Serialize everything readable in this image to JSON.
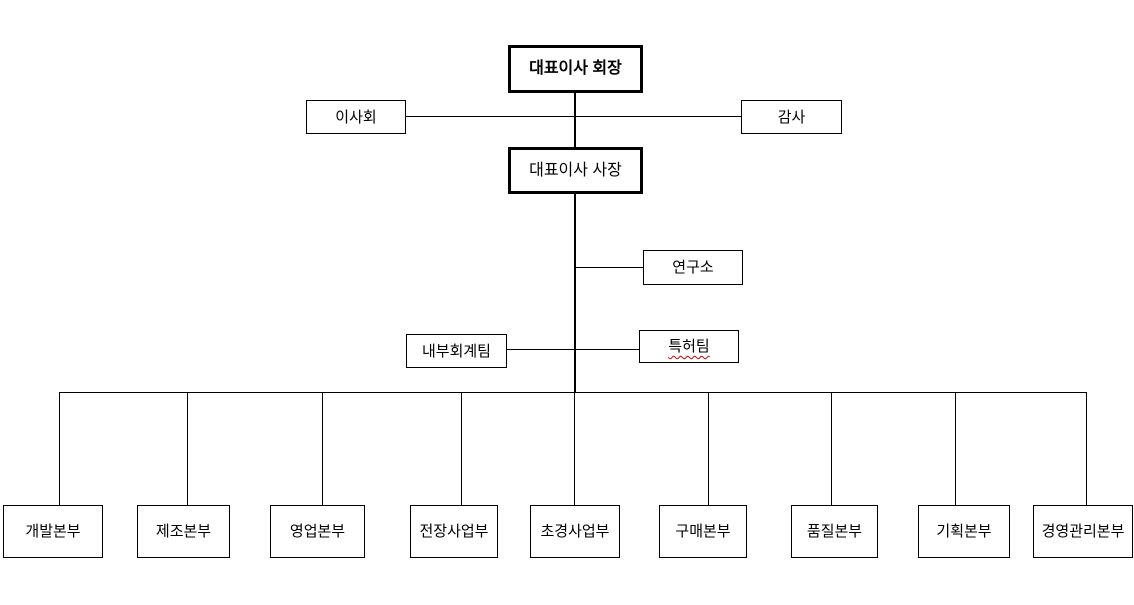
{
  "diagram": {
    "kind": "organization-chart",
    "nodes": {
      "chairman": "대표이사 회장",
      "board": "이사회",
      "audit": "감사",
      "president": "대표이사 사장",
      "research": "연구소",
      "internal_accounting": "내부회계팀",
      "patent": "특허팀"
    },
    "divisions": [
      {
        "label": "개발본부"
      },
      {
        "label": "제조본부"
      },
      {
        "label": "영업본부"
      },
      {
        "label": "전장사업부"
      },
      {
        "label": "초경사업부"
      },
      {
        "label": "구매본부"
      },
      {
        "label": "품질본부"
      },
      {
        "label": "기획본부"
      },
      {
        "label": "경영관리본부"
      }
    ],
    "edges": [
      {
        "from": "chairman",
        "to": "president"
      },
      {
        "from": "chairman-president-link",
        "to": "board"
      },
      {
        "from": "chairman-president-link",
        "to": "audit"
      },
      {
        "from": "president",
        "to": "research"
      },
      {
        "from": "president",
        "to": "internal_accounting"
      },
      {
        "from": "president",
        "to": "patent"
      },
      {
        "from": "president",
        "to": "divisions"
      }
    ],
    "colors": {
      "background": "#ffffff",
      "line": "#000000",
      "text": "#000000",
      "spellcheck_underline": "#cc0000"
    }
  }
}
